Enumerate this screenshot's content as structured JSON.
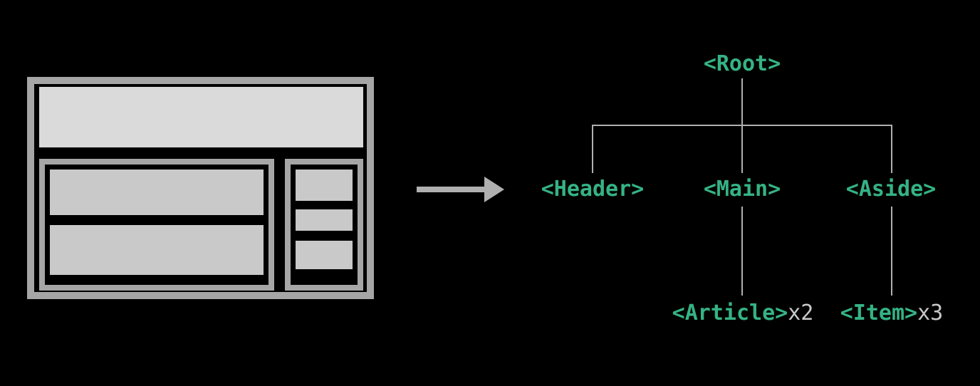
{
  "colors": {
    "background": "#000000",
    "wireframe_border": "#a6a6a6",
    "wireframe_header_fill": "#dadada",
    "wireframe_block_fill": "#c9c9c9",
    "connector_line": "#b0b0b0",
    "arrow": "#b0b0b0",
    "tag_text": "#35b384",
    "count_text": "#c9c9c9"
  },
  "wireframe": {
    "regions": [
      "header",
      "main",
      "aside"
    ],
    "main_bar_count": 2,
    "aside_item_count": 3
  },
  "arrow": {
    "direction": "right"
  },
  "tree": {
    "root": {
      "label": "<Root>"
    },
    "children": [
      {
        "label": "<Header>"
      },
      {
        "label": "<Main>"
      },
      {
        "label": "<Aside>"
      }
    ],
    "leaves": [
      {
        "label": "<Article>",
        "count": "x2",
        "parent": "<Main>"
      },
      {
        "label": "<Item>",
        "count": "x3",
        "parent": "<Aside>"
      }
    ]
  }
}
